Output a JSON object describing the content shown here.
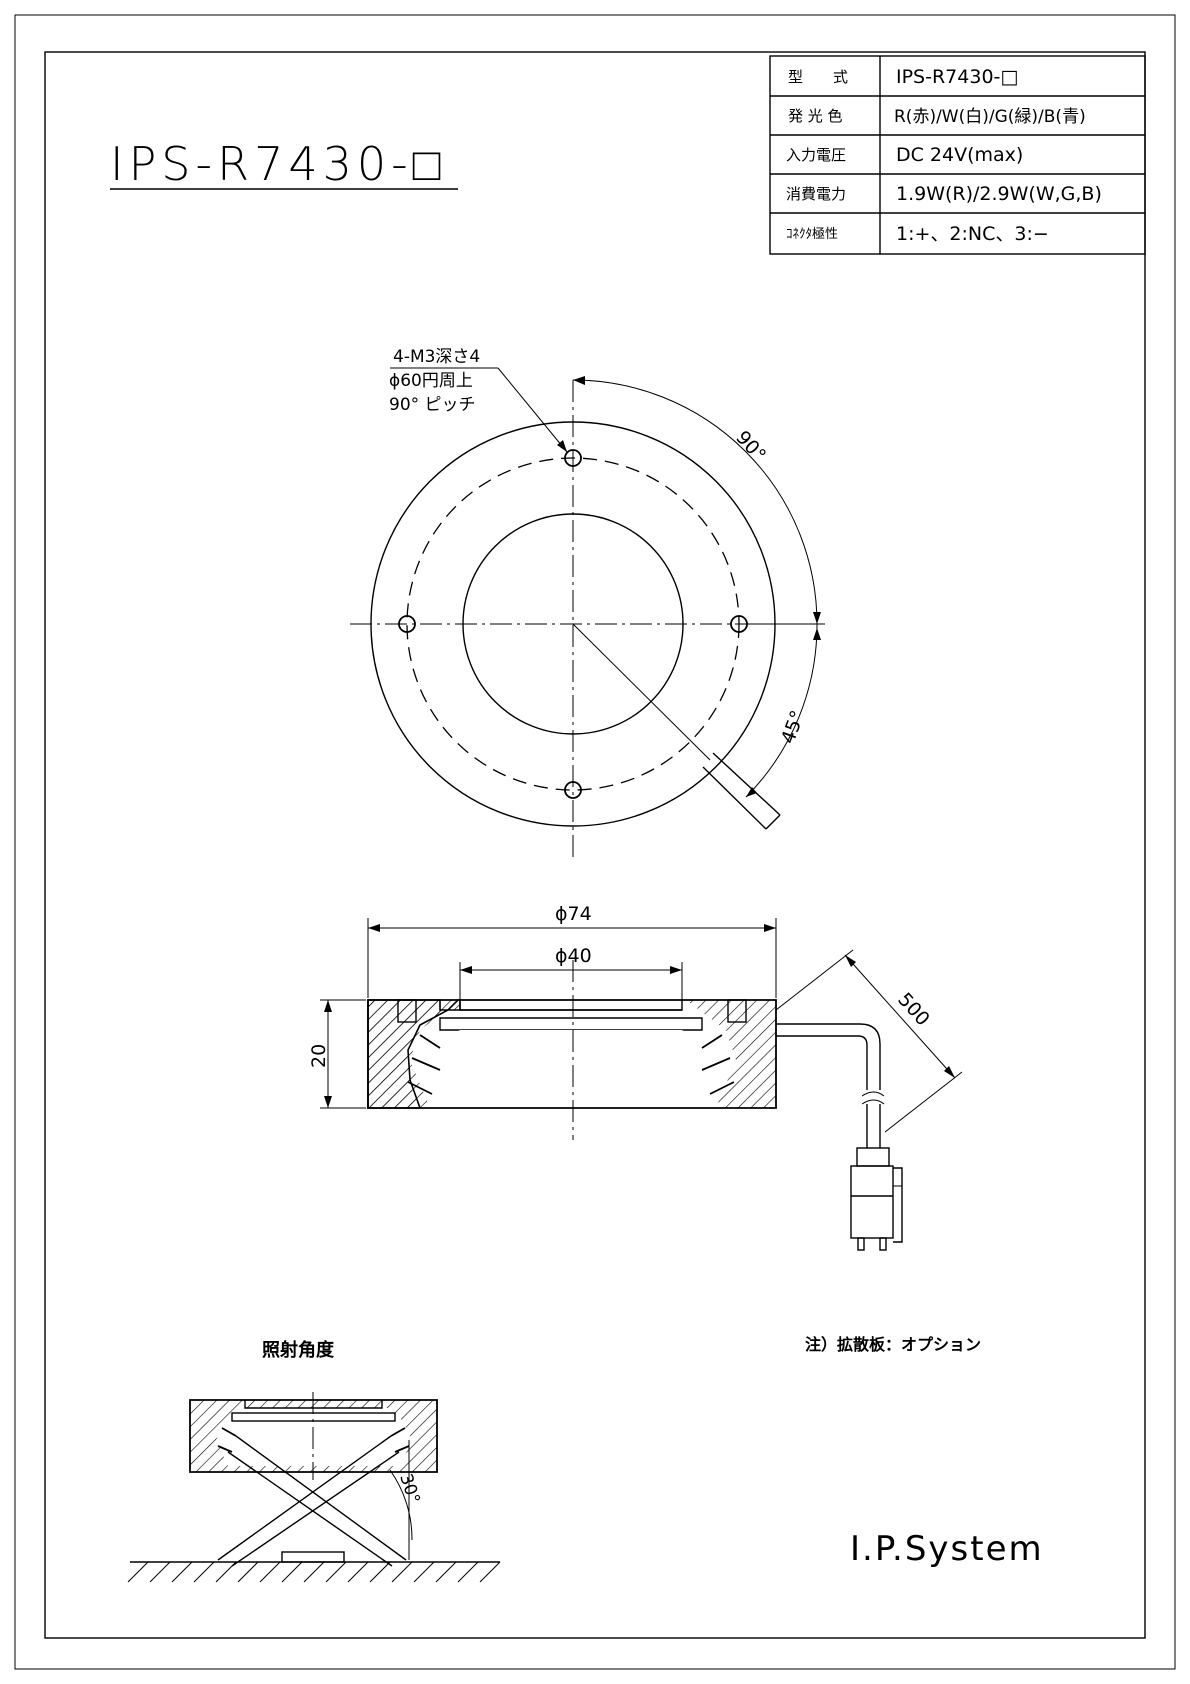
{
  "title": "IPS-R7430-□",
  "spec_table": [
    {
      "label": "型　　式",
      "value": "IPS-R7430-□"
    },
    {
      "label": "発 光 色",
      "value": "R(赤)/W(白)/G(緑)/B(青)"
    },
    {
      "label": "入力電圧",
      "value": "DC 24V(max)"
    },
    {
      "label": "消費電力",
      "value": "1.9W(R)/2.9W(W,G,B)"
    },
    {
      "label": "ｺﾈｸﾀ極性",
      "value": "1:+、2:NC、3:−"
    }
  ],
  "top_view": {
    "hole_note": [
      "4-M3深さ4",
      "ϕ60円周上",
      "90° ピッチ"
    ],
    "angle_90": "90°",
    "angle_45": "45°"
  },
  "side_view": {
    "dim_outer": "ϕ74",
    "dim_inner": "ϕ40",
    "dim_height": "20",
    "dim_cable": "500"
  },
  "note": "注）拡散板：オプション",
  "angle_section": {
    "heading": "照射角度",
    "angle": "30°"
  },
  "company": "I.P.System"
}
